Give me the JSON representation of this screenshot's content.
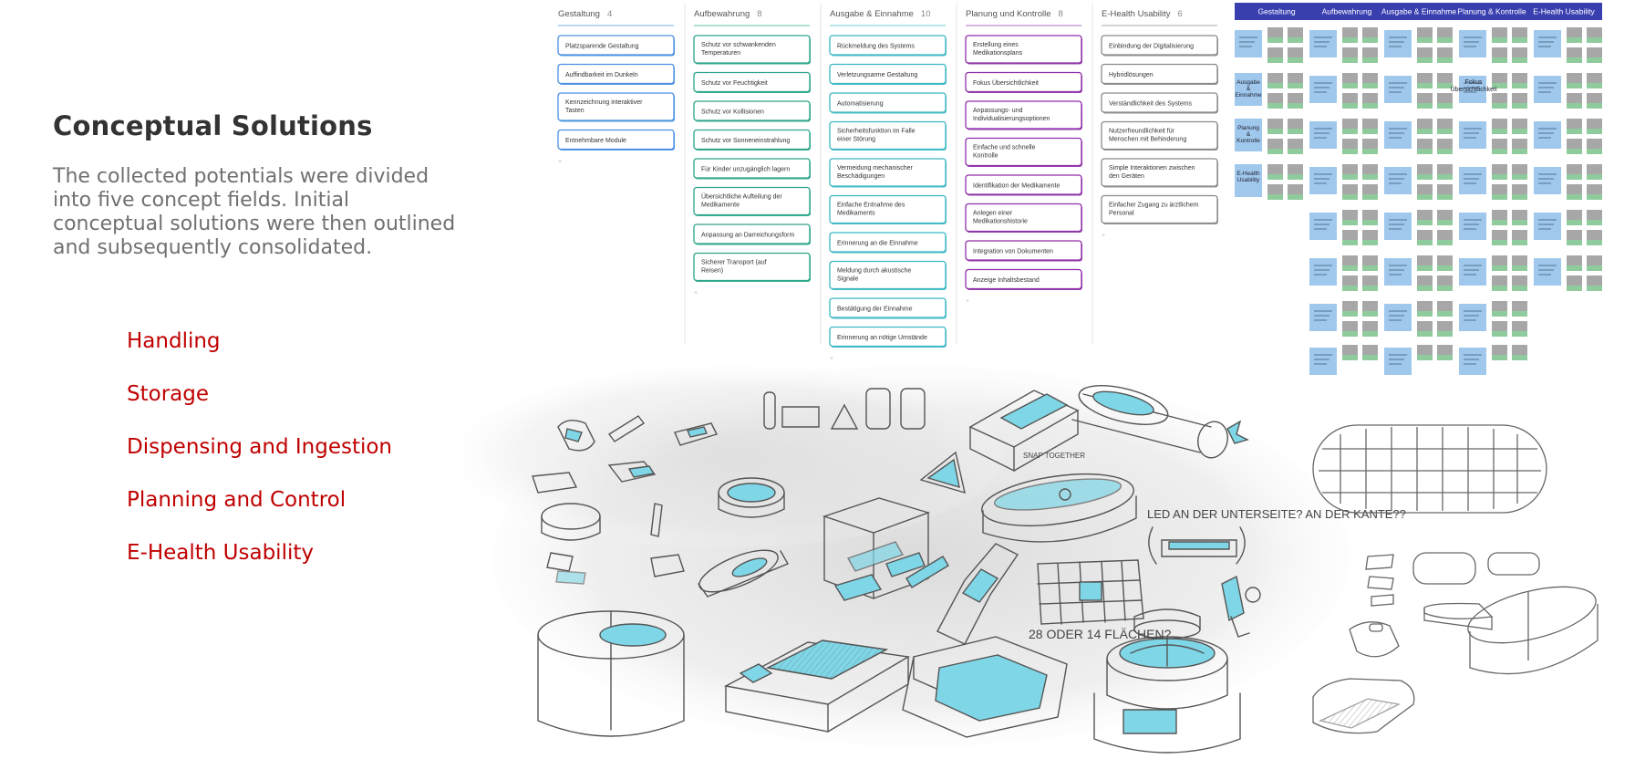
{
  "heading": {
    "title": "Conceptual Solutions",
    "description": "The collected potentials were divided into five concept fields. Initial conceptual solutions were then outlined and subsequently consolidated."
  },
  "concept_fields": [
    {
      "label": "Handling"
    },
    {
      "label": "Storage"
    },
    {
      "label": "Dispensing and Ingestion"
    },
    {
      "label": "Planning and Control"
    },
    {
      "label": "E-Health Usability"
    }
  ],
  "board": {
    "columns": [
      {
        "name": "Gestaltung",
        "count": "4",
        "color": "#4a90e2",
        "cards": [
          "Platzsparende Gestaltung",
          "Auffindbarkeit im Dunkeln",
          "Kennzeichnung interaktiver Tasten",
          "Entnehmbare Module"
        ]
      },
      {
        "name": "Aufbewahrung",
        "count": "8",
        "color": "#2aa58a",
        "cards": [
          "Schutz vor schwankenden Temperaturen",
          "Schutz vor Feuchtigkeit",
          "Schutz vor Kollisionen",
          "Schutz vor Sonneneinstrahlung",
          "Für Kinder unzugänglich lagern",
          "Übersichtliche Aufteilung der Medikamente",
          "Anpassung an Darreichungsform",
          "Sicherer Transport (auf Reisen)"
        ]
      },
      {
        "name": "Ausgabe & Einnahme",
        "count": "10",
        "color": "#3bb7c4",
        "cards": [
          "Rückmeldung des Systems",
          "Verletzungsarme Gestaltung",
          "Automatisierung",
          "Sicherheitsfunktion im Falle einer Störung",
          "Vermeidung mechanischer Beschädigungen",
          "Einfache Entnahme des Medikaments",
          "Erinnerung an die Einnahme",
          "Meldung durch akustische Signale",
          "Bestätigung der Einnahme",
          "Erinnerung an nötige Umstände"
        ]
      },
      {
        "name": "Planung und Kontrolle",
        "count": "8",
        "color": "#8e2fa8",
        "cards": [
          "Erstellung eines Medikationsplans",
          "Fokus Übersichtlichkeit",
          "Anpassungs- und Individualisierungsoptionen",
          "Einfache und schnelle Kontrolle",
          "Identifikation der Medikamente",
          "Anlegen einer Medikationshistorie",
          "Integration von Dokumenten",
          "Anzeige Inhaltsbestand"
        ]
      },
      {
        "name": "E-Health Usability",
        "count": "6",
        "color": "#8a8a8a",
        "cards": [
          "Einbindung der Digitalisierung",
          "Hybridlösungen",
          "Verständlichkeit des Systems",
          "Nutzerfreundlichkeit für Menschen mit Behinderung",
          "Simple Interaktionen zwischen den Geräten",
          "Einfacher Zugang zu ärztlichem Personal"
        ]
      }
    ]
  },
  "matrix": {
    "header_color": "#3a3fb0",
    "note_color": "#9fc8ec",
    "headers": [
      "Gestaltung",
      "Aufbewahrung",
      "Ausgabe & Einnahme",
      "Planung & Kontrolle",
      "E-Health Usability"
    ],
    "row_labels": [
      "Ausgabe & Einnahme",
      "Planung & Kontrolle",
      "E-Health Usability"
    ],
    "focus_note": "Fokus Übersichtlichkeit"
  },
  "sketch_notes": {
    "led_note": "LED AN DER UNTERSEITE? AN DER KANTE??",
    "surfaces_note": "28 ODER 14 FLÄCHEN?",
    "snap_note": "SNAP TOGETHER"
  },
  "colors": {
    "title": "#333333",
    "description": "#707070",
    "field": "#c00000",
    "sketch_accent": "#7fd6e6"
  }
}
